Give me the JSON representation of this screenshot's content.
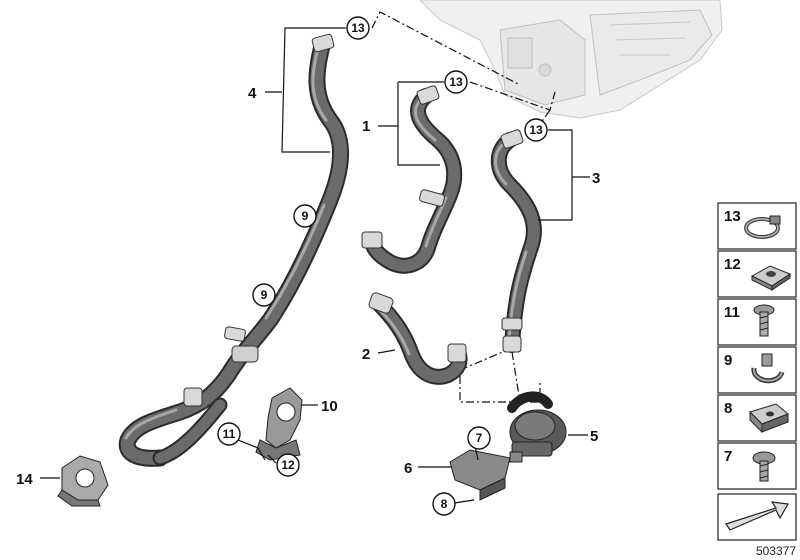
{
  "diagram": {
    "drawing_number": "503377",
    "callouts": {
      "c1": "1",
      "c2": "2",
      "c3": "3",
      "c4": "4",
      "c5": "5",
      "c6": "6",
      "c10": "10",
      "c14": "14",
      "r13a": "13",
      "r13b": "13",
      "r13c": "13",
      "r9a": "9",
      "r9b": "9",
      "r11": "11",
      "r12": "12",
      "r7": "7",
      "r8": "8"
    },
    "parts_panel": [
      {
        "number": "13",
        "icon": "hose-clamp-icon"
      },
      {
        "number": "12",
        "icon": "square-nut-icon"
      },
      {
        "number": "11",
        "icon": "screw-icon"
      },
      {
        "number": "9",
        "icon": "hose-holder-icon"
      },
      {
        "number": "8",
        "icon": "spring-nut-icon"
      },
      {
        "number": "7",
        "icon": "screw-icon"
      }
    ]
  }
}
